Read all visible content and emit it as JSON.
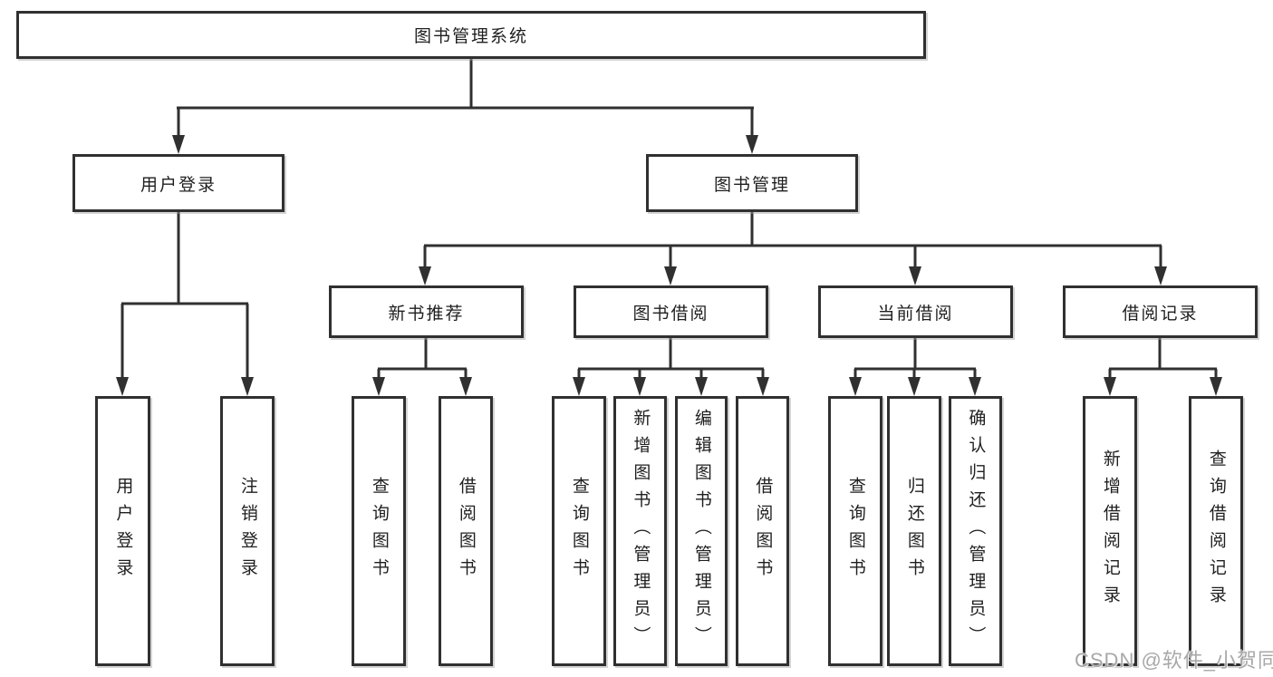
{
  "diagram": {
    "title": "图书管理系统",
    "watermark": "CSDN @软件_小贺同学"
  },
  "colors": {
    "line": "#303030",
    "box_border": "#303030",
    "text": "#1f1f1f",
    "background": "#ffffff",
    "watermark": "#a8a8a8"
  },
  "nodes": {
    "root": "图书管理系统",
    "userLogin": "用户登录",
    "bookMgmt": "图书管理",
    "newBookRec": "新书推荐",
    "bookBorrow": "图书借阅",
    "currentBorrow": "当前借阅",
    "borrowRecords": "借阅记录",
    "leafUserLogin": "用户登录",
    "leafLogout": "注销登录",
    "leafQueryBook1": "查询图书",
    "leafBorrowBook1": "借阅图书",
    "leafQueryBook2": "查询图书",
    "leafAddBook": "新增图书（管理员）",
    "leafEditBook": "编辑图书（管理员）",
    "leafBorrowBook2": "借阅图书",
    "leafQueryBook3": "查询图书",
    "leafReturnBook": "归还图书",
    "leafConfirmReturn": "确认归还（管理员）",
    "leafAddRecord": "新增借阅记录",
    "leafQueryRecord": "查询借阅记录"
  },
  "hierarchy": {
    "图书管理系统": [
      "用户登录",
      "图书管理"
    ],
    "用户登录": [
      "用户登录",
      "注销登录"
    ],
    "图书管理": [
      "新书推荐",
      "图书借阅",
      "当前借阅",
      "借阅记录"
    ],
    "新书推荐": [
      "查询图书",
      "借阅图书"
    ],
    "图书借阅": [
      "查询图书",
      "新增图书（管理员）",
      "编辑图书（管理员）",
      "借阅图书"
    ],
    "当前借阅": [
      "查询图书",
      "归还图书",
      "确认归还（管理员）"
    ],
    "借阅记录": [
      "新增借阅记录",
      "查询借阅记录"
    ]
  }
}
